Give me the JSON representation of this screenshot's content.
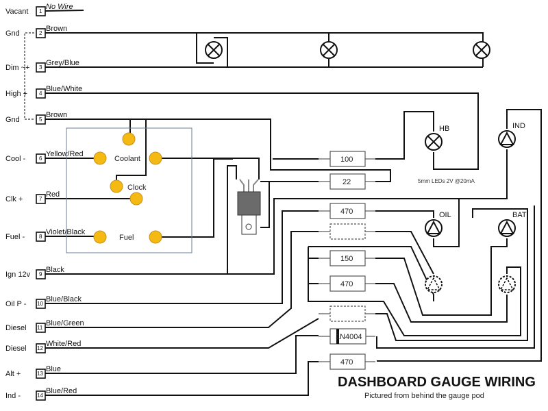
{
  "title": "DASHBOARD GAUGE WIRING",
  "subtitle": "Pictured from behind the gauge pod",
  "note": "5mm LEDs 2V @20mA",
  "pins": [
    {
      "num": "1",
      "function": "Vacant",
      "wire": "No Wire"
    },
    {
      "num": "2",
      "function": "Gnd",
      "wire": "Brown"
    },
    {
      "num": "3",
      "function": "Dim ~+",
      "wire": "Grey/Blue"
    },
    {
      "num": "4",
      "function": "High +",
      "wire": "Blue/White"
    },
    {
      "num": "5",
      "function": "Gnd",
      "wire": "Brown"
    },
    {
      "num": "6",
      "function": "Cool -",
      "wire": "Yellow/Red"
    },
    {
      "num": "7",
      "function": "Clk +",
      "wire": "Red"
    },
    {
      "num": "8",
      "function": "Fuel -",
      "wire": "Violet/Black"
    },
    {
      "num": "9",
      "function": "Ign 12v",
      "wire": "Black"
    },
    {
      "num": "10",
      "function": "Oil P -",
      "wire": "Blue/Black"
    },
    {
      "num": "11",
      "function": "Diesel",
      "wire": "Blue/Green"
    },
    {
      "num": "12",
      "function": "Diesel",
      "wire": "White/Red"
    },
    {
      "num": "13",
      "function": "Alt +",
      "wire": "Blue"
    },
    {
      "num": "14",
      "function": "Ind -",
      "wire": "Blue/Red"
    }
  ],
  "gauges": {
    "coolant": "Coolant",
    "clock": "Clock",
    "fuel": "Fuel"
  },
  "resistors": [
    "100",
    "22",
    "470",
    "",
    "150",
    "470",
    "",
    "1N4004",
    "470"
  ],
  "lamps": {
    "hb": "HB",
    "ind": "IND",
    "oil": "OIL",
    "bat": "BAT"
  },
  "colors": {
    "terminal": "#f5b914",
    "wire": "#111111",
    "gauge_outline": "#6a7f95"
  }
}
